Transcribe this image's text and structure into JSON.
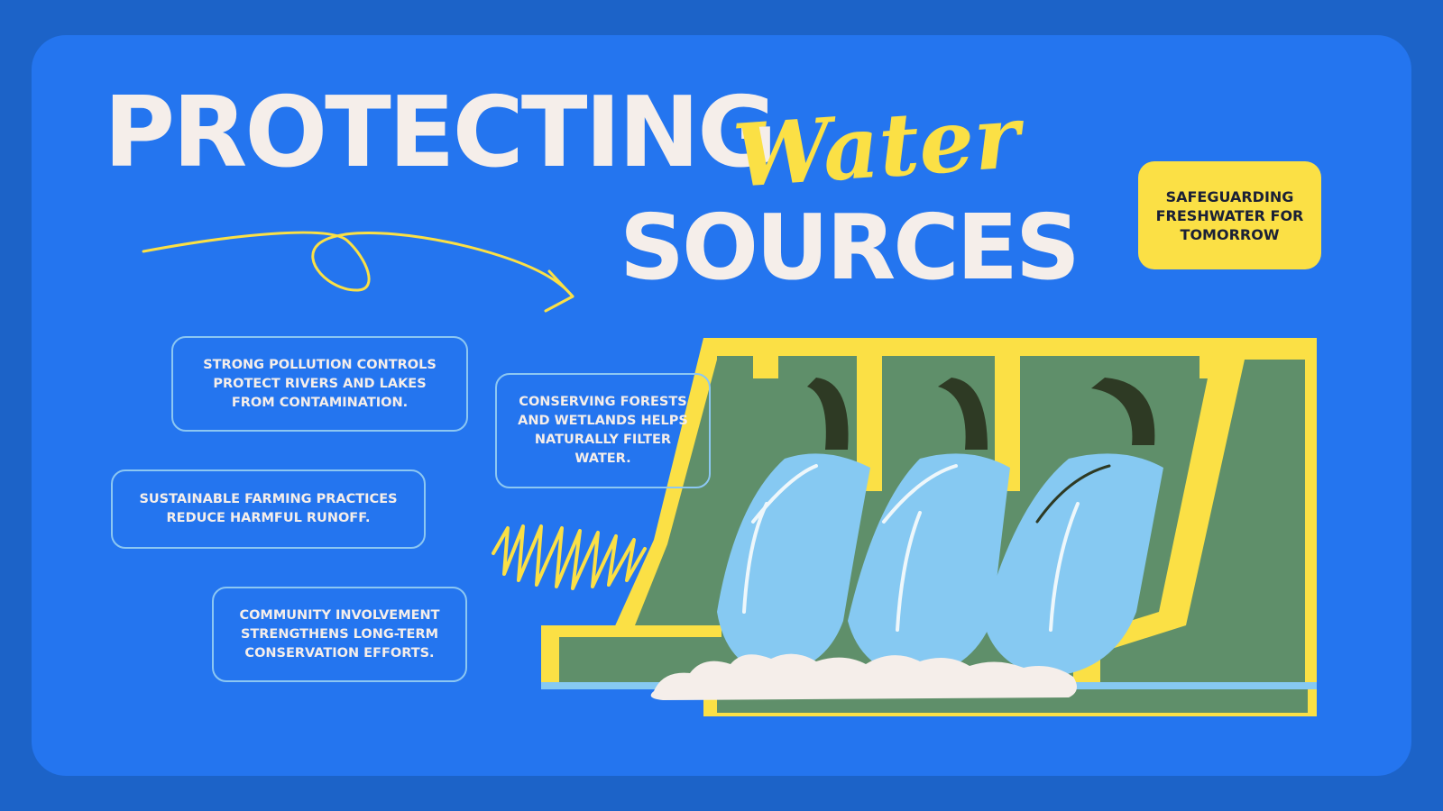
{
  "title": {
    "line1": "PROTECTING",
    "script": "Water",
    "line2": "SOURCES"
  },
  "badge": {
    "text": "SAFEGUARDING FRESHWATER FOR TOMORROW"
  },
  "info_boxes": [
    {
      "text": "STRONG POLLUTION CONTROLS PROTECT RIVERS AND LAKES FROM CONTAMINATION."
    },
    {
      "text": "SUSTAINABLE FARMING PRACTICES REDUCE HARMFUL RUNOFF."
    },
    {
      "text": "COMMUNITY INVOLVEMENT STRENGTHENS LONG-TERM CONSERVATION EFFORTS."
    },
    {
      "text": "CONSERVING FORESTS AND WETLANDS HELPS NATURALLY FILTER WATER."
    }
  ],
  "colors": {
    "outer_background": "#1c63c8",
    "card_background": "#2475ef",
    "accent_yellow": "#fbe045",
    "text_cream": "#f5eeea",
    "dam_green": "#5f8f6a",
    "water_blue": "#86c9f2"
  },
  "illustration": {
    "name": "dam-spillway-illustration",
    "decorations": [
      "curly-arrow",
      "yellow-scribble"
    ]
  }
}
